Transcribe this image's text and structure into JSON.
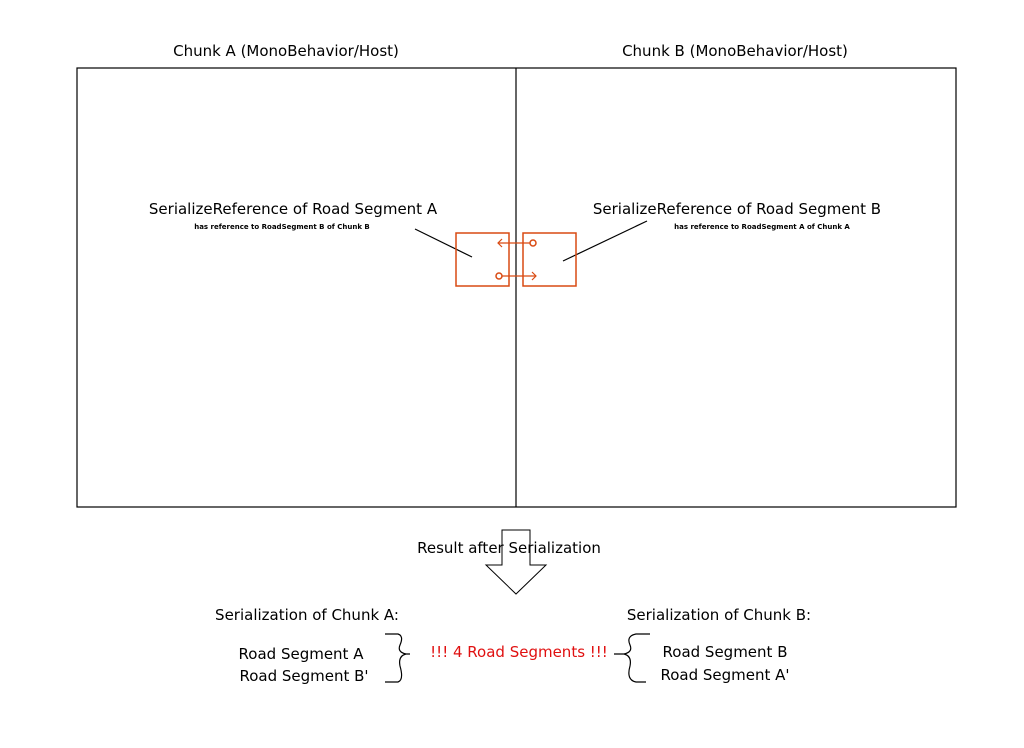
{
  "colors": {
    "accent": "#d94a12",
    "warning": "#e01010",
    "line": "#000000"
  },
  "chunks": {
    "a_title": "Chunk A (MonoBehavior/Host)",
    "b_title": "Chunk B (MonoBehavior/Host)"
  },
  "references": {
    "a_label": "SerializeReference of Road Segment A",
    "a_note": "has reference to RoadSegment B of Chunk B",
    "b_label": "SerializeReference of Road Segment B",
    "b_note": "has reference to RoadSegment A of Chunk A"
  },
  "result": {
    "label": "Result after Serialization",
    "chunk_a": {
      "title": "Serialization of Chunk A:",
      "items": [
        "Road Segment A",
        "Road Segment B'"
      ]
    },
    "chunk_b": {
      "title": "Serialization of Chunk B:",
      "items": [
        "Road Segment B",
        "Road Segment A'"
      ]
    },
    "warning": "!!! 4 Road Segments !!!"
  }
}
